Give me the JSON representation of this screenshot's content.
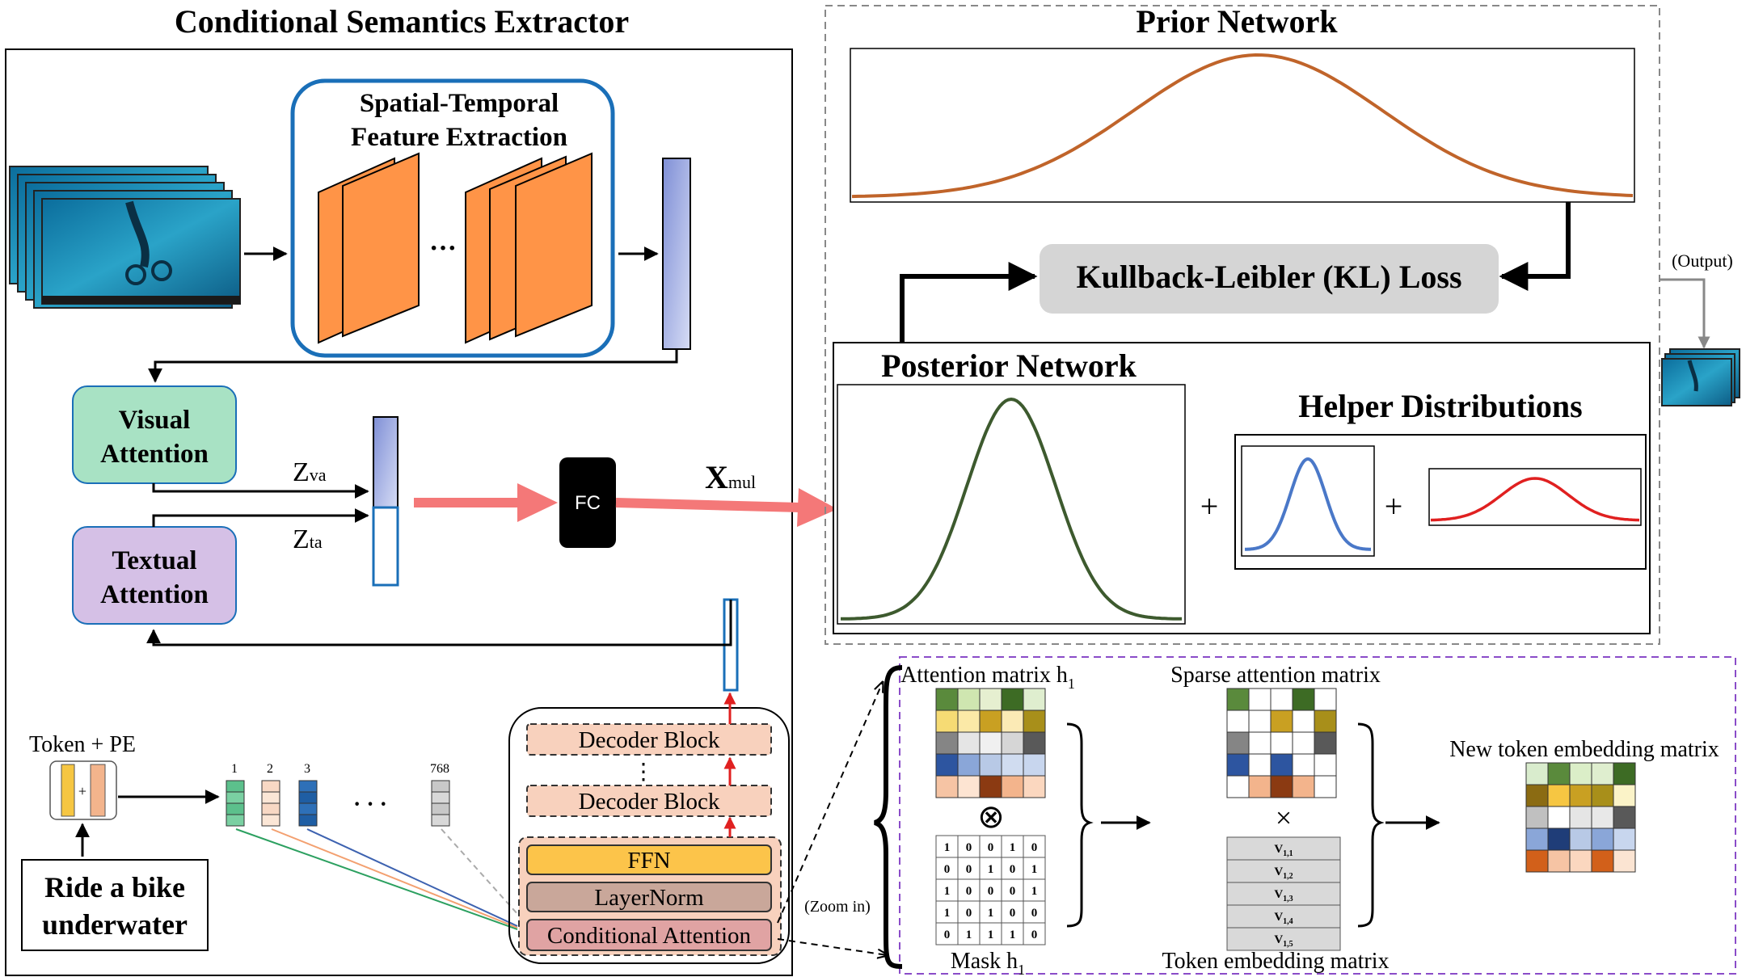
{
  "titles": {
    "cse": "Conditional Semantics Extractor",
    "prior": "Prior Network",
    "posterior": "Posterior Network",
    "helper": "Helper Distributions",
    "kl": "Kullback-Leibler (KL) Loss",
    "stfe_line1": "Spatial-Temporal",
    "stfe_line2": "Feature Extraction"
  },
  "labels": {
    "ellipsis": "···",
    "visual_l1": "Visual",
    "visual_l2": "Attention",
    "textual_l1": "Textual",
    "textual_l2": "Attention",
    "zva_main": "Z",
    "zva_sub": "va",
    "zta_main": "Z",
    "zta_sub": "ta",
    "fc": "FC",
    "xmul_main": "X",
    "xmul_sub": "mul",
    "output": "(Output)",
    "plus": "+",
    "token_pe": "Token + PE",
    "prompt_l1": "Ride a bike",
    "prompt_l2": "underwater",
    "tok1": "1",
    "tok2": "2",
    "tok3": "3",
    "tok768": "768",
    "dots": "·  ·  ·",
    "decoder1": "Decoder Block",
    "decoder2": "Decoder Block",
    "vdots": "⋮",
    "ffn": "FFN",
    "layernorm": "LayerNorm",
    "cond_attn": "Conditional Attention",
    "zoom": "(Zoom in)"
  },
  "zoom": {
    "attn_title_main": "Attention matrix h",
    "attn_title_sub": "1",
    "sparse_title": "Sparse attention matrix",
    "new_title": "New token embedding matrix",
    "mask_label_main": "Mask h",
    "mask_label_sub": "1",
    "token_emb_label": "Token embedding matrix",
    "otimes": "⊗",
    "times": "×",
    "mask": [
      [
        "1",
        "0",
        "0",
        "1",
        "0"
      ],
      [
        "0",
        "0",
        "1",
        "0",
        "1"
      ],
      [
        "1",
        "0",
        "0",
        "0",
        "1"
      ],
      [
        "1",
        "0",
        "1",
        "0",
        "0"
      ],
      [
        "0",
        "1",
        "1",
        "1",
        "0"
      ]
    ],
    "v_main": "V",
    "v_subs": [
      "1,1",
      "1,2",
      "1,3",
      "1,4",
      "1,5"
    ]
  },
  "colors": {
    "prior_curve": "#c0642a",
    "posterior_curve": "#3d5a2e",
    "helper_blue": "#4a78c8",
    "helper_red": "#e02020",
    "stfe_border": "#1a6fb8",
    "feature_orange": "#ff9447",
    "visual_fill": "#a8e2c4",
    "textual_fill": "#d5c0e6",
    "fc_fill": "#000000",
    "arrow_pink": "#f47878",
    "ffn_fill": "#fcc44a",
    "layernorm_fill": "#c9a79a",
    "condattn_fill": "#e0a3a3",
    "decoder_fill": "#f8d1bd",
    "kl_fill": "#d5d5d5",
    "zoom_border": "#8a4cc8",
    "gray_dash": "#888888"
  },
  "matrices": {
    "attn": [
      [
        "#5a8a3c",
        "#cfe6b0",
        "#e6efd0",
        "#3d6b24",
        "#dfeecf"
      ],
      [
        "#f6db74",
        "#fbe9a7",
        "#c9a022",
        "#fbeab5",
        "#a88f1a"
      ],
      [
        "#858585",
        "#e5e5e5",
        "#f0f0f0",
        "#d6d6d6",
        "#595959"
      ],
      [
        "#2d55a0",
        "#8aa6d8",
        "#b8c9e6",
        "#d0dcf0",
        "#c8d6ee"
      ],
      [
        "#f6c4a4",
        "#fde4d2",
        "#8b3a12",
        "#f3b48c",
        "#fbd7bf"
      ]
    ],
    "sparse": [
      [
        "#5a8a3c",
        "#ffffff",
        "#ffffff",
        "#3d6b24",
        "#ffffff"
      ],
      [
        "#ffffff",
        "#ffffff",
        "#c9a022",
        "#ffffff",
        "#a88f1a"
      ],
      [
        "#858585",
        "#ffffff",
        "#ffffff",
        "#ffffff",
        "#595959"
      ],
      [
        "#2d55a0",
        "#ffffff",
        "#2d55a0",
        "#ffffff",
        "#ffffff"
      ],
      [
        "#ffffff",
        "#f3b48c",
        "#8b3a12",
        "#f3b48c",
        "#ffffff"
      ]
    ],
    "newtok": [
      [
        "#d9eccd",
        "#5a8a3c",
        "#dbeec8",
        "#dfeecf",
        "#3d6b24"
      ],
      [
        "#8b6b12",
        "#f6c642",
        "#c9a022",
        "#a88f1a",
        "#fbf3c8"
      ],
      [
        "#c0c0c0",
        "#ffffff",
        "#e5e5e5",
        "#e8e8e8",
        "#595959"
      ],
      [
        "#8aa6d8",
        "#1f3d78",
        "#b8c9e6",
        "#8aa6d8",
        "#c8d6ee"
      ],
      [
        "#d2601a",
        "#f6c4a4",
        "#fbd7bf",
        "#d2601a",
        "#fbe4d2"
      ]
    ],
    "tokens": [
      [
        "#5cc08c",
        "#7ad0a2",
        "#5cc08c",
        "#7ad0a2"
      ],
      [
        "#f8d8c4",
        "#fbe6d6",
        "#f8d8c4",
        "#fbe6d6"
      ],
      [
        "#2e70b8",
        "#1f5ea4",
        "#2e70b8",
        "#1f5ea4"
      ],
      [
        "#c8c8c8",
        "#d8d8d8",
        "#c8c8c8",
        "#d8d8d8"
      ]
    ]
  }
}
